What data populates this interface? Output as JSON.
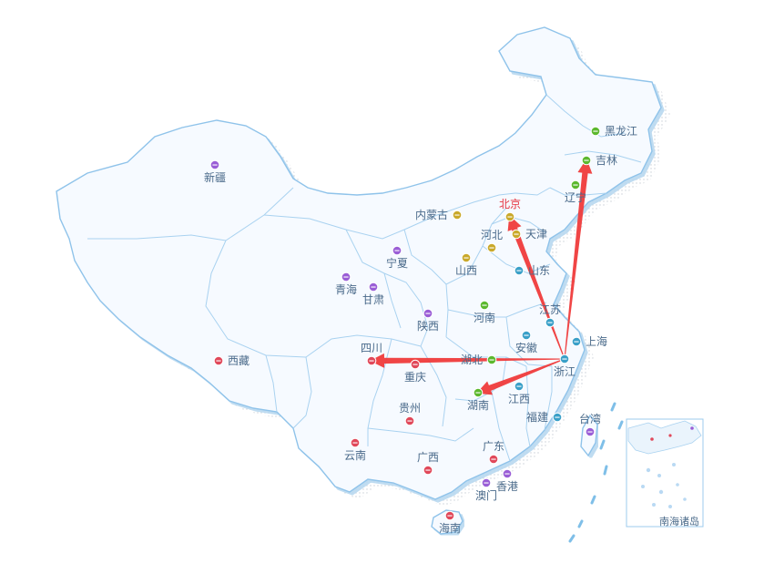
{
  "map": {
    "inset_label": "南海诸岛",
    "origin": "浙江",
    "flow_targets": [
      "吉林",
      "北京",
      "四川",
      "湖南"
    ],
    "highlighted_label": "北京",
    "flow_color": "#ef3b3b",
    "outline_color": "#9ccbee",
    "fill_color": "#f6faff",
    "provinces": [
      {
        "name": "黑龙江",
        "marker_color": "#5cb82e",
        "label_offset": "right"
      },
      {
        "name": "吉林",
        "marker_color": "#5cb82e",
        "label_offset": "right"
      },
      {
        "name": "辽宁",
        "marker_color": "#5cb82e",
        "label_offset": "below"
      },
      {
        "name": "新疆",
        "marker_color": "#9a5ed6",
        "label_offset": "below"
      },
      {
        "name": "内蒙古",
        "marker_color": "#c9a92b",
        "label_offset": "left"
      },
      {
        "name": "北京",
        "marker_color": "#c9a92b",
        "label_offset": "above"
      },
      {
        "name": "天津",
        "marker_color": "#c9a92b",
        "label_offset": "right"
      },
      {
        "name": "河北",
        "marker_color": "#c9a92b",
        "label_offset": "above"
      },
      {
        "name": "山西",
        "marker_color": "#c9a92b",
        "label_offset": "below"
      },
      {
        "name": "山东",
        "marker_color": "#3aa0c8",
        "label_offset": "right"
      },
      {
        "name": "宁夏",
        "marker_color": "#9a5ed6",
        "label_offset": "below"
      },
      {
        "name": "青海",
        "marker_color": "#9a5ed6",
        "label_offset": "below"
      },
      {
        "name": "甘肃",
        "marker_color": "#9a5ed6",
        "label_offset": "below"
      },
      {
        "name": "陕西",
        "marker_color": "#9a5ed6",
        "label_offset": "below"
      },
      {
        "name": "河南",
        "marker_color": "#5cb82e",
        "label_offset": "below"
      },
      {
        "name": "江苏",
        "marker_color": "#3aa0c8",
        "label_offset": "above"
      },
      {
        "name": "上海",
        "marker_color": "#3aa0c8",
        "label_offset": "right"
      },
      {
        "name": "安徽",
        "marker_color": "#3aa0c8",
        "label_offset": "below"
      },
      {
        "name": "浙江",
        "marker_color": "#3aa0c8",
        "label_offset": "below"
      },
      {
        "name": "湖北",
        "marker_color": "#5cb82e",
        "label_offset": "left"
      },
      {
        "name": "四川",
        "marker_color": "#e0485a",
        "label_offset": "above"
      },
      {
        "name": "重庆",
        "marker_color": "#e0485a",
        "label_offset": "below"
      },
      {
        "name": "湖南",
        "marker_color": "#5cb82e",
        "label_offset": "below"
      },
      {
        "name": "江西",
        "marker_color": "#3aa0c8",
        "label_offset": "below"
      },
      {
        "name": "西藏",
        "marker_color": "#e0485a",
        "label_offset": "right"
      },
      {
        "name": "贵州",
        "marker_color": "#e0485a",
        "label_offset": "above"
      },
      {
        "name": "福建",
        "marker_color": "#3aa0c8",
        "label_offset": "left"
      },
      {
        "name": "台湾",
        "marker_color": "#9a5ed6",
        "label_offset": "above"
      },
      {
        "name": "云南",
        "marker_color": "#e0485a",
        "label_offset": "below"
      },
      {
        "name": "广西",
        "marker_color": "#e0485a",
        "label_offset": "above"
      },
      {
        "name": "广东",
        "marker_color": "#e0485a",
        "label_offset": "above"
      },
      {
        "name": "香港",
        "marker_color": "#9a5ed6",
        "label_offset": "below"
      },
      {
        "name": "澳门",
        "marker_color": "#9a5ed6",
        "label_offset": "below"
      },
      {
        "name": "海南",
        "marker_color": "#e0485a",
        "label_offset": "below"
      }
    ]
  }
}
